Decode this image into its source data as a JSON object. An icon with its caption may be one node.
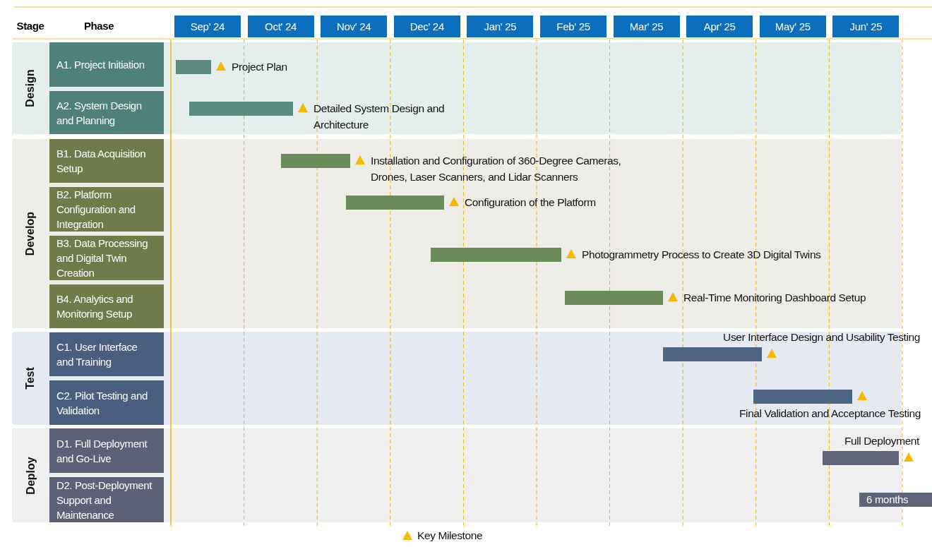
{
  "diagram": {
    "nodes": [
      {
        "text": [
          "Design"
        ]
      },
      {
        "text": [
          "A1. Project Initiation"
        ],
        "in": 0
      },
      {
        "text": [],
        "shape": "bar",
        "in": 0,
        "beside": [
          "Project Plan"
        ]
      },
      {
        "text": [
          "A2. System Design and Planning"
        ],
        "in": 0
      },
      {
        "text": [],
        "shape": "bar",
        "in": 0,
        "beside": [
          "Detailed System Design and Architecture"
        ]
      },
      {
        "text": [
          "Develop"
        ]
      },
      {
        "text": [
          "B1. Data Acquisition Setup"
        ],
        "in": 5
      },
      {
        "text": [],
        "shape": "bar",
        "in": 5,
        "beside": [
          "Installation and Configuration of 360-Degree Cameras, Drones, Laser Scanners, and Lidar Scanners"
        ]
      },
      {
        "text": [
          "B2. Platform Configuration and Integration"
        ],
        "in": 5
      },
      {
        "text": [],
        "shape": "bar",
        "in": 5,
        "beside": [
          "Configuration of the Platform"
        ]
      },
      {
        "text": [
          "B3. Data Processing and Digital Twin Creation"
        ],
        "in": 5
      },
      {
        "text": [],
        "shape": "bar",
        "in": 5,
        "beside": [
          "Photogrammetry Process to Create 3D Digital Twins"
        ]
      },
      {
        "text": [
          "B4. Analytics and Monitoring Setup"
        ],
        "in": 5
      },
      {
        "text": [],
        "shape": "bar",
        "in": 5,
        "beside": [
          "Real-Time Monitoring Dashboard Setup"
        ]
      },
      {
        "text": [
          "Test"
        ]
      },
      {
        "text": [
          "C1. User Interface and Training"
        ],
        "in": 14
      },
      {
        "text": [],
        "shape": "bar",
        "in": 14,
        "beside": [
          "User Interface Design and Usability Testing"
        ]
      },
      {
        "text": [
          "C2. Pilot Testing and Validation"
        ],
        "in": 14
      },
      {
        "text": [],
        "shape": "bar",
        "in": 14,
        "beside": [
          "Final Validation and Acceptance Testing"
        ]
      },
      {
        "text": [
          "Deploy"
        ]
      },
      {
        "text": [
          "D1. Full Deployment and Go-Live"
        ],
        "in": 19
      },
      {
        "text": [],
        "shape": "bar",
        "in": 19,
        "beside": [
          "Full Deployment"
        ]
      },
      {
        "text": [
          "D2. Post-Deployment Support and Maintenance"
        ],
        "in": 19
      },
      {
        "text": [
          "6 months"
        ],
        "in": 19
      }
    ],
    "labels": [
      "Stage",
      "Phase",
      "Sep' 24",
      "Oct' 24",
      "Nov' 24",
      "Dec' 24",
      "Jan' 25",
      "Feb' 25",
      "Mar' 25",
      "Apr' 25",
      "May' 25",
      "Jun' 25"
    ],
    "legend": [
      {
        "text": "Key Milestone"
      }
    ]
  }
}
